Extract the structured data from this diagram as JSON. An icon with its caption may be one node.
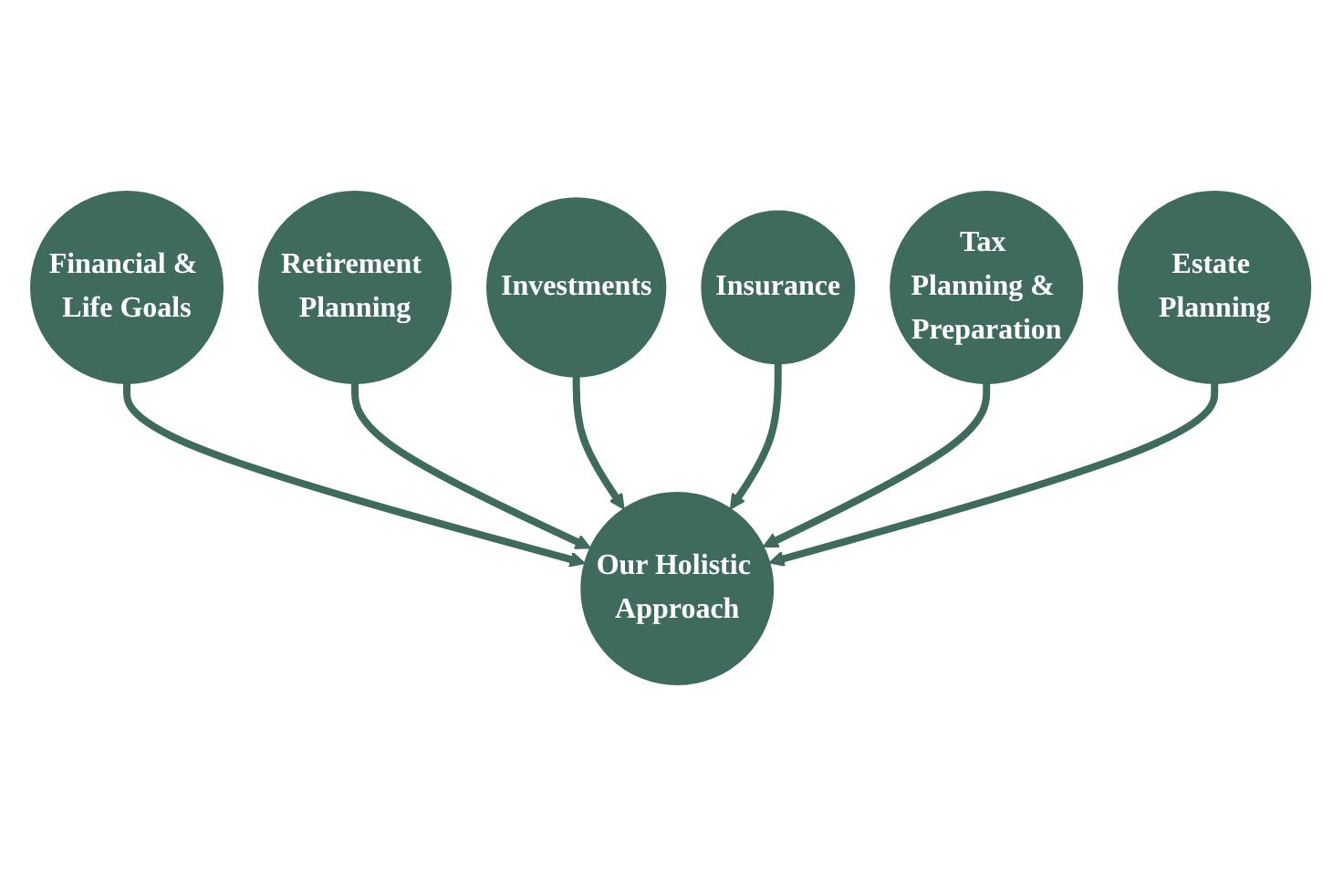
{
  "diagram": {
    "nodes": [
      {
        "text": [
          "Financial & Life Goals"
        ]
      },
      {
        "text": [
          "Retirement Planning"
        ]
      },
      {
        "text": [
          "Investments"
        ]
      },
      {
        "text": [
          "Our Holistic Approach"
        ]
      },
      {
        "text": [
          "Insurance"
        ]
      },
      {
        "text": [
          "Tax Planning & Preparation"
        ]
      },
      {
        "text": [
          "Estate Planning"
        ]
      }
    ],
    "edges": [
      {
        "from": 0,
        "to": 3,
        "arrow": "to"
      },
      {
        "from": 1,
        "to": 3,
        "arrow": "to"
      },
      {
        "from": 2,
        "to": 3,
        "arrow": "to"
      },
      {
        "from": 4,
        "to": 3,
        "arrow": "to"
      },
      {
        "from": 5,
        "to": 3,
        "arrow": "to"
      },
      {
        "from": 6,
        "to": 3,
        "arrow": "to"
      }
    ]
  }
}
